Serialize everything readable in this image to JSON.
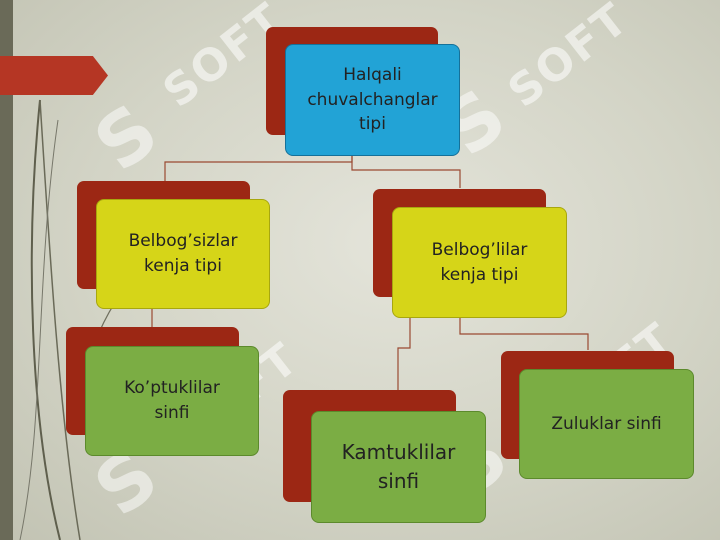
{
  "watermark": {
    "text": "SOFT"
  },
  "nodes": {
    "root": {
      "label": "Halqali\nchuvalchanglar\ntipi"
    },
    "left_sub": {
      "label": "Belbog’sizlar\nkenja tipi"
    },
    "right_sub": {
      "label": "Belbog’lilar\nkenja tipi"
    },
    "class_1": {
      "label": "Ko’ptuklilar\nsinfi"
    },
    "class_2": {
      "label": "Kamtuklilar\nsinfi"
    },
    "class_3": {
      "label": "Zuluklar sinfi"
    }
  },
  "colors": {
    "blue": "#22a3d6",
    "yellow": "#d6d518",
    "green": "#7bad44",
    "shadow_red": "#9c2714",
    "connector": "#9a4a32"
  }
}
